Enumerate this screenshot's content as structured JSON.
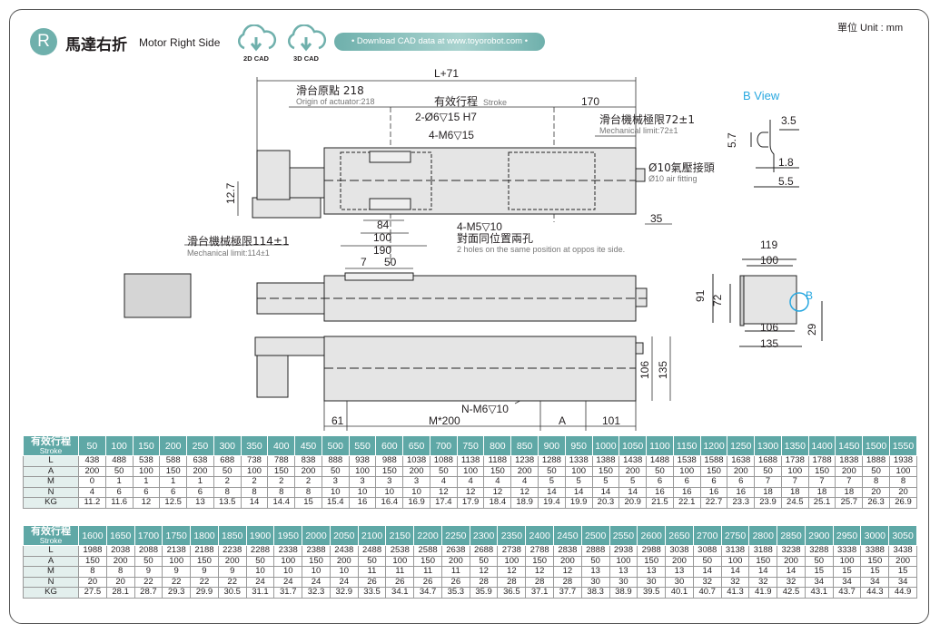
{
  "header": {
    "badge": "R",
    "title_zh": "馬達右折",
    "title_en": "Motor Right Side",
    "cad_2d": "2D CAD",
    "cad_3d": "3D CAD",
    "download": "• Download CAD data at www.toyorobot.com •",
    "unit": "單位 Unit : mm"
  },
  "drawing": {
    "total_length": "L+71",
    "origin_zh": "滑台原點 218",
    "origin_en": "Origin of actuator:218",
    "stroke_zh": "有效行程",
    "stroke_en": "Stroke",
    "dim_170": "170",
    "hole_pin": "2-Ø6▽15 H7",
    "hole_m6": "4-M6▽15",
    "mech_limit_right_zh": "滑台機械極限72±1",
    "mech_limit_right_en": "Mechanical limit:72±1",
    "air_zh": "Ø10氣壓接頭",
    "air_en": "Ø10 air fitting",
    "dim_35": "35",
    "dim_12_7": "12.7",
    "dim_84": "84",
    "dim_100": "100",
    "dim_190": "190",
    "hole_m5": "4-M5▽10",
    "hole_m5_zh": "對面同位置兩孔",
    "hole_m5_en": "2 holes on the same position at oppos ite side.",
    "mech_limit_left_zh": "滑台機械極限114±1",
    "mech_limit_left_en": "Mechanical limit:114±1",
    "dim_7": "7",
    "dim_50": "50",
    "dim_106": "106",
    "dim_135": "135",
    "dim_61": "61",
    "dim_m200": "M*200",
    "dim_a": "A",
    "dim_101": "101",
    "hole_n": "N-M6▽10",
    "b_view": "B View",
    "bv_3_5": "3.5",
    "bv_5_7": "5.7",
    "bv_1_8": "1.8",
    "bv_5_5": "5.5",
    "end_119": "119",
    "end_100": "100",
    "end_91": "91",
    "end_72": "72",
    "end_106": "106",
    "end_135": "135",
    "end_29": "29",
    "end_b": "B",
    "accent": "#29a8e0"
  },
  "tables": [
    {
      "header_zh": "有效行程",
      "header_en": "Stroke",
      "rows": [
        "L",
        "A",
        "M",
        "N",
        "KG"
      ],
      "stroke": [
        50,
        100,
        150,
        200,
        250,
        300,
        350,
        400,
        450,
        500,
        550,
        600,
        650,
        700,
        750,
        800,
        850,
        900,
        950,
        1000,
        1050,
        1100,
        1150,
        1200,
        1250,
        1300,
        1350,
        1400,
        1450,
        1500,
        1550
      ],
      "L": [
        438,
        488,
        538,
        588,
        638,
        688,
        738,
        788,
        838,
        888,
        938,
        988,
        1038,
        1088,
        1138,
        1188,
        1238,
        1288,
        1338,
        1388,
        1438,
        1488,
        1538,
        1588,
        1638,
        1688,
        1738,
        1788,
        1838,
        1888,
        1938
      ],
      "A": [
        200,
        50,
        100,
        150,
        200,
        50,
        100,
        150,
        200,
        50,
        100,
        150,
        200,
        50,
        100,
        150,
        200,
        50,
        100,
        150,
        200,
        50,
        100,
        150,
        200,
        50,
        100,
        150,
        200,
        50,
        100
      ],
      "M": [
        0,
        1,
        1,
        1,
        1,
        2,
        2,
        2,
        2,
        3,
        3,
        3,
        3,
        4,
        4,
        4,
        4,
        5,
        5,
        5,
        5,
        6,
        6,
        6,
        6,
        7,
        7,
        7,
        7,
        8,
        8
      ],
      "N": [
        4,
        6,
        6,
        6,
        6,
        8,
        8,
        8,
        8,
        10,
        10,
        10,
        10,
        12,
        12,
        12,
        12,
        14,
        14,
        14,
        14,
        16,
        16,
        16,
        16,
        18,
        18,
        18,
        18,
        20,
        20
      ],
      "KG": [
        "11.2",
        "11.6",
        "12",
        "12.5",
        "13",
        "13.5",
        "14",
        "14.4",
        "15",
        "15.4",
        "16",
        "16.4",
        "16.9",
        "17.4",
        "17.9",
        "18.4",
        "18.9",
        "19.4",
        "19.9",
        "20.3",
        "20.9",
        "21.5",
        "22.1",
        "22.7",
        "23.3",
        "23.9",
        "24.5",
        "25.1",
        "25.7",
        "26.3",
        "26.9"
      ]
    },
    {
      "header_zh": "有效行程",
      "header_en": "Stroke",
      "rows": [
        "L",
        "A",
        "M",
        "N",
        "KG"
      ],
      "stroke": [
        1600,
        1650,
        1700,
        1750,
        1800,
        1850,
        1900,
        1950,
        2000,
        2050,
        2100,
        2150,
        2200,
        2250,
        2300,
        2350,
        2400,
        2450,
        2500,
        2550,
        2600,
        2650,
        2700,
        2750,
        2800,
        2850,
        2900,
        2950,
        3000,
        3050
      ],
      "L": [
        1988,
        2038,
        2088,
        2138,
        2188,
        2238,
        2288,
        2338,
        2388,
        2438,
        2488,
        2538,
        2588,
        2638,
        2688,
        2738,
        2788,
        2838,
        2888,
        2938,
        2988,
        3038,
        3088,
        3138,
        3188,
        3238,
        3288,
        3338,
        3388,
        3438
      ],
      "A": [
        150,
        200,
        50,
        100,
        150,
        200,
        50,
        100,
        150,
        200,
        50,
        100,
        150,
        200,
        50,
        100,
        150,
        200,
        50,
        100,
        150,
        200,
        50,
        100,
        150,
        200,
        50,
        100,
        150,
        200
      ],
      "M": [
        8,
        8,
        9,
        9,
        9,
        9,
        10,
        10,
        10,
        10,
        11,
        11,
        11,
        11,
        12,
        12,
        12,
        12,
        13,
        13,
        13,
        13,
        14,
        14,
        14,
        14,
        15,
        15,
        15,
        15
      ],
      "N": [
        20,
        20,
        22,
        22,
        22,
        22,
        24,
        24,
        24,
        24,
        26,
        26,
        26,
        26,
        28,
        28,
        28,
        28,
        30,
        30,
        30,
        30,
        32,
        32,
        32,
        32,
        34,
        34,
        34,
        34
      ],
      "KG": [
        "27.5",
        "28.1",
        "28.7",
        "29.3",
        "29.9",
        "30.5",
        "31.1",
        "31.7",
        "32.3",
        "32.9",
        "33.5",
        "34.1",
        "34.7",
        "35.3",
        "35.9",
        "36.5",
        "37.1",
        "37.7",
        "38.3",
        "38.9",
        "39.5",
        "40.1",
        "40.7",
        "41.3",
        "41.9",
        "42.5",
        "43.1",
        "43.7",
        "44.3",
        "44.9"
      ]
    }
  ]
}
